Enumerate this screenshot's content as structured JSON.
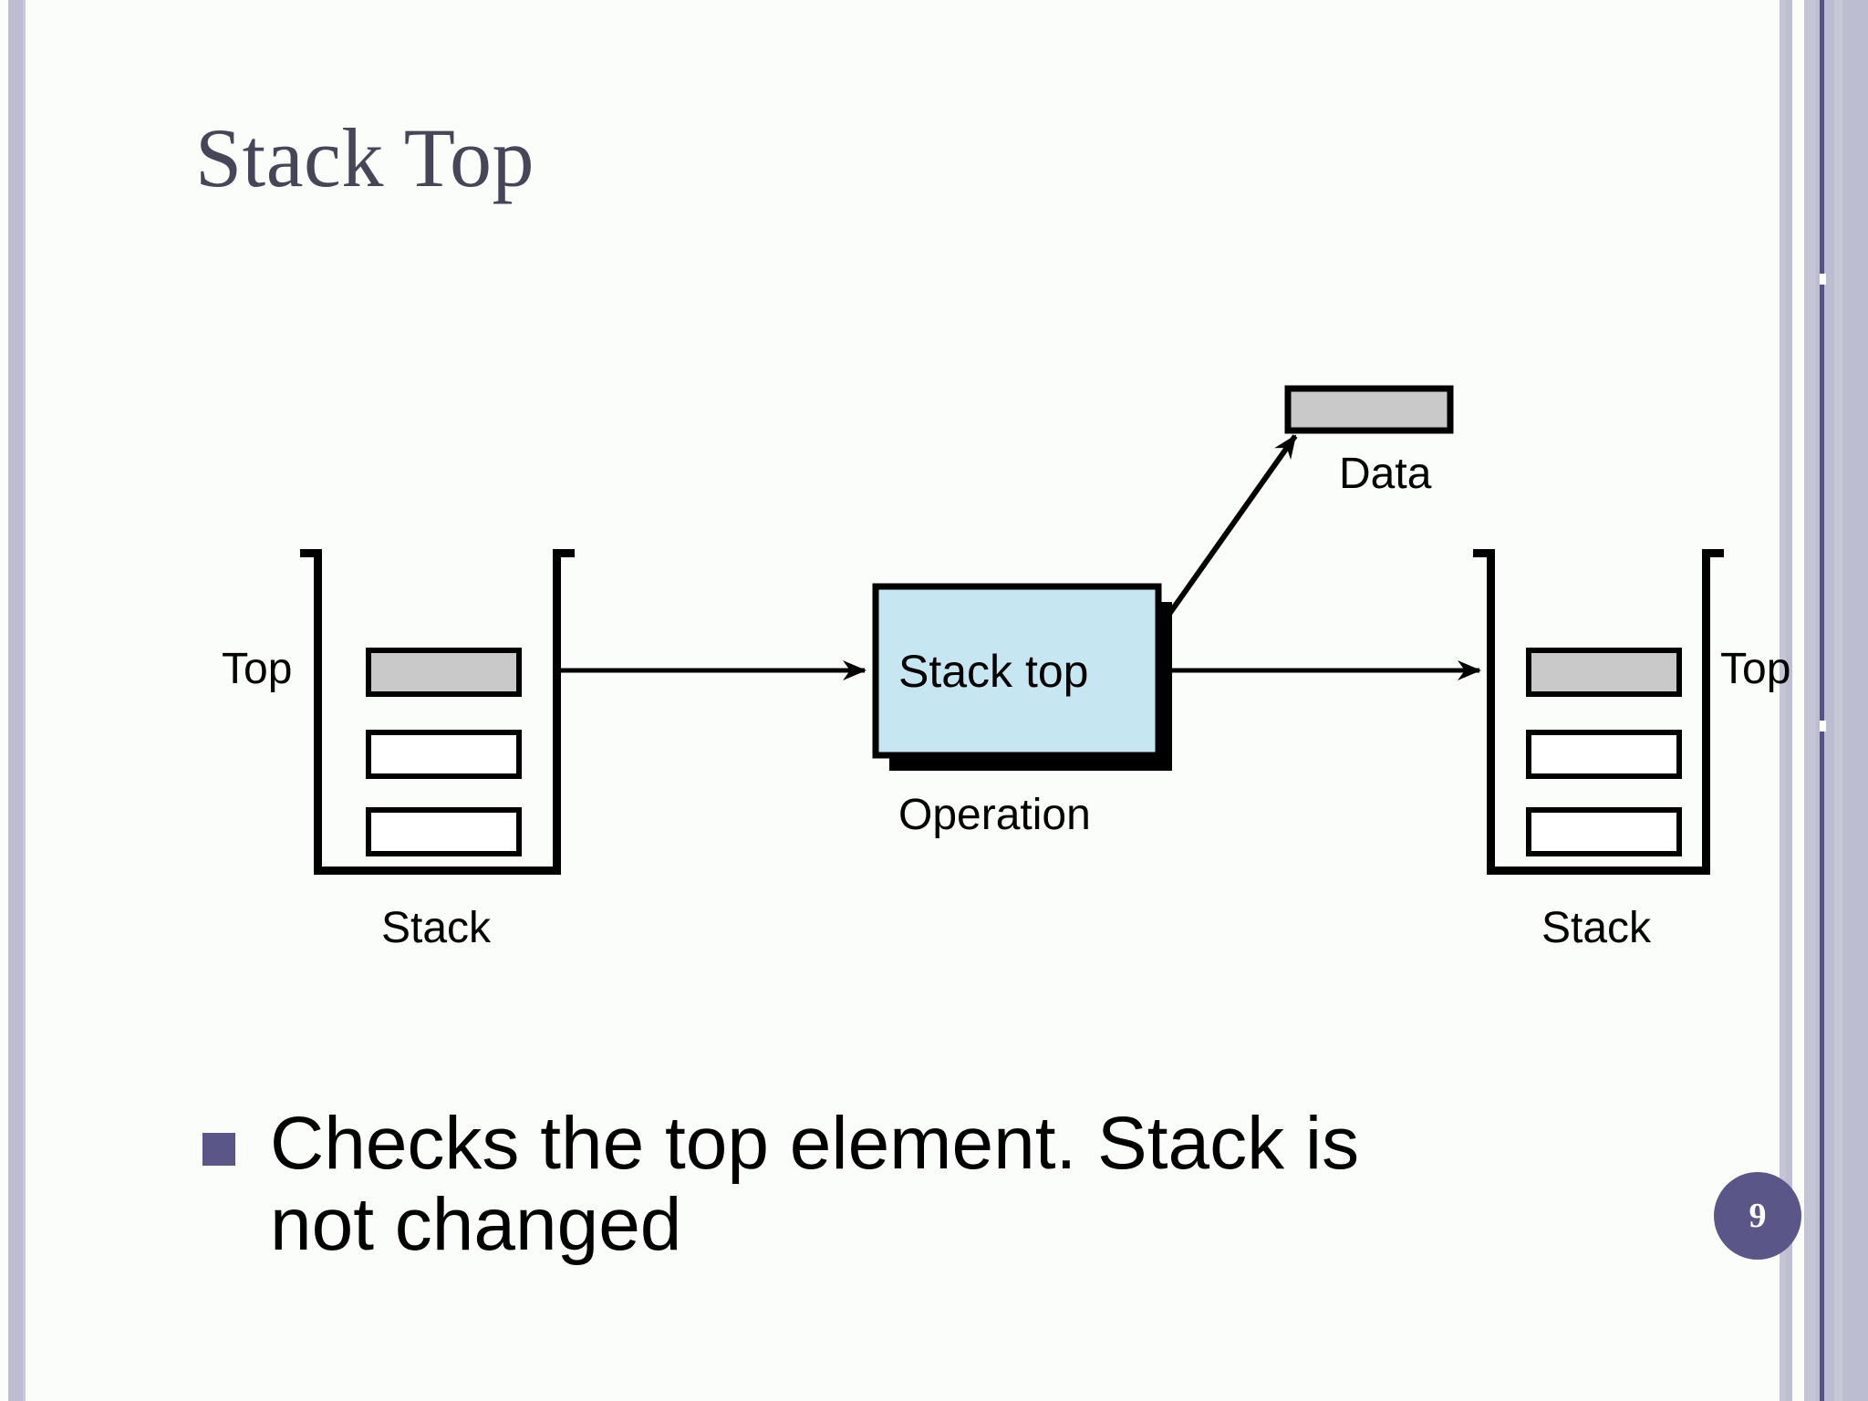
{
  "slide": {
    "title": "Stack Top",
    "page_number": "9",
    "background_color": "#fbfdfa",
    "title_color": "#464659",
    "accent_color": "#5a5687"
  },
  "bullets": [
    {
      "marker": "square-bullet",
      "text": "Checks the top element. Stack is not changed"
    }
  ],
  "diagram": {
    "type": "stack-operation-flow",
    "left_stack": {
      "name": "Stack",
      "pointer_label": "Top",
      "pointer_side": "left",
      "caption": "Stack",
      "cells": [
        {
          "filled": true,
          "color": "#c9c9c9"
        },
        {
          "filled": false,
          "color": "#ffffff"
        },
        {
          "filled": false,
          "color": "#ffffff"
        }
      ]
    },
    "operation": {
      "label": "Stack top",
      "caption": "Operation",
      "fill_color": "#c6e6f2",
      "border_color": "#000000",
      "shadow_color": "#000000"
    },
    "data_box": {
      "label": "Data",
      "fill_color": "#c9c9c9",
      "border_color": "#000000"
    },
    "right_stack": {
      "name": "Stack",
      "pointer_label": "Top",
      "pointer_side": "right",
      "caption": "Stack",
      "cells": [
        {
          "filled": true,
          "color": "#c9c9c9"
        },
        {
          "filled": false,
          "color": "#ffffff"
        },
        {
          "filled": false,
          "color": "#ffffff"
        }
      ]
    },
    "arrows": [
      {
        "from": "left_stack",
        "to": "operation",
        "direction": "right"
      },
      {
        "from": "operation",
        "to": "right_stack",
        "direction": "right"
      },
      {
        "from": "operation",
        "to": "data_box",
        "direction": "up-right"
      }
    ]
  }
}
